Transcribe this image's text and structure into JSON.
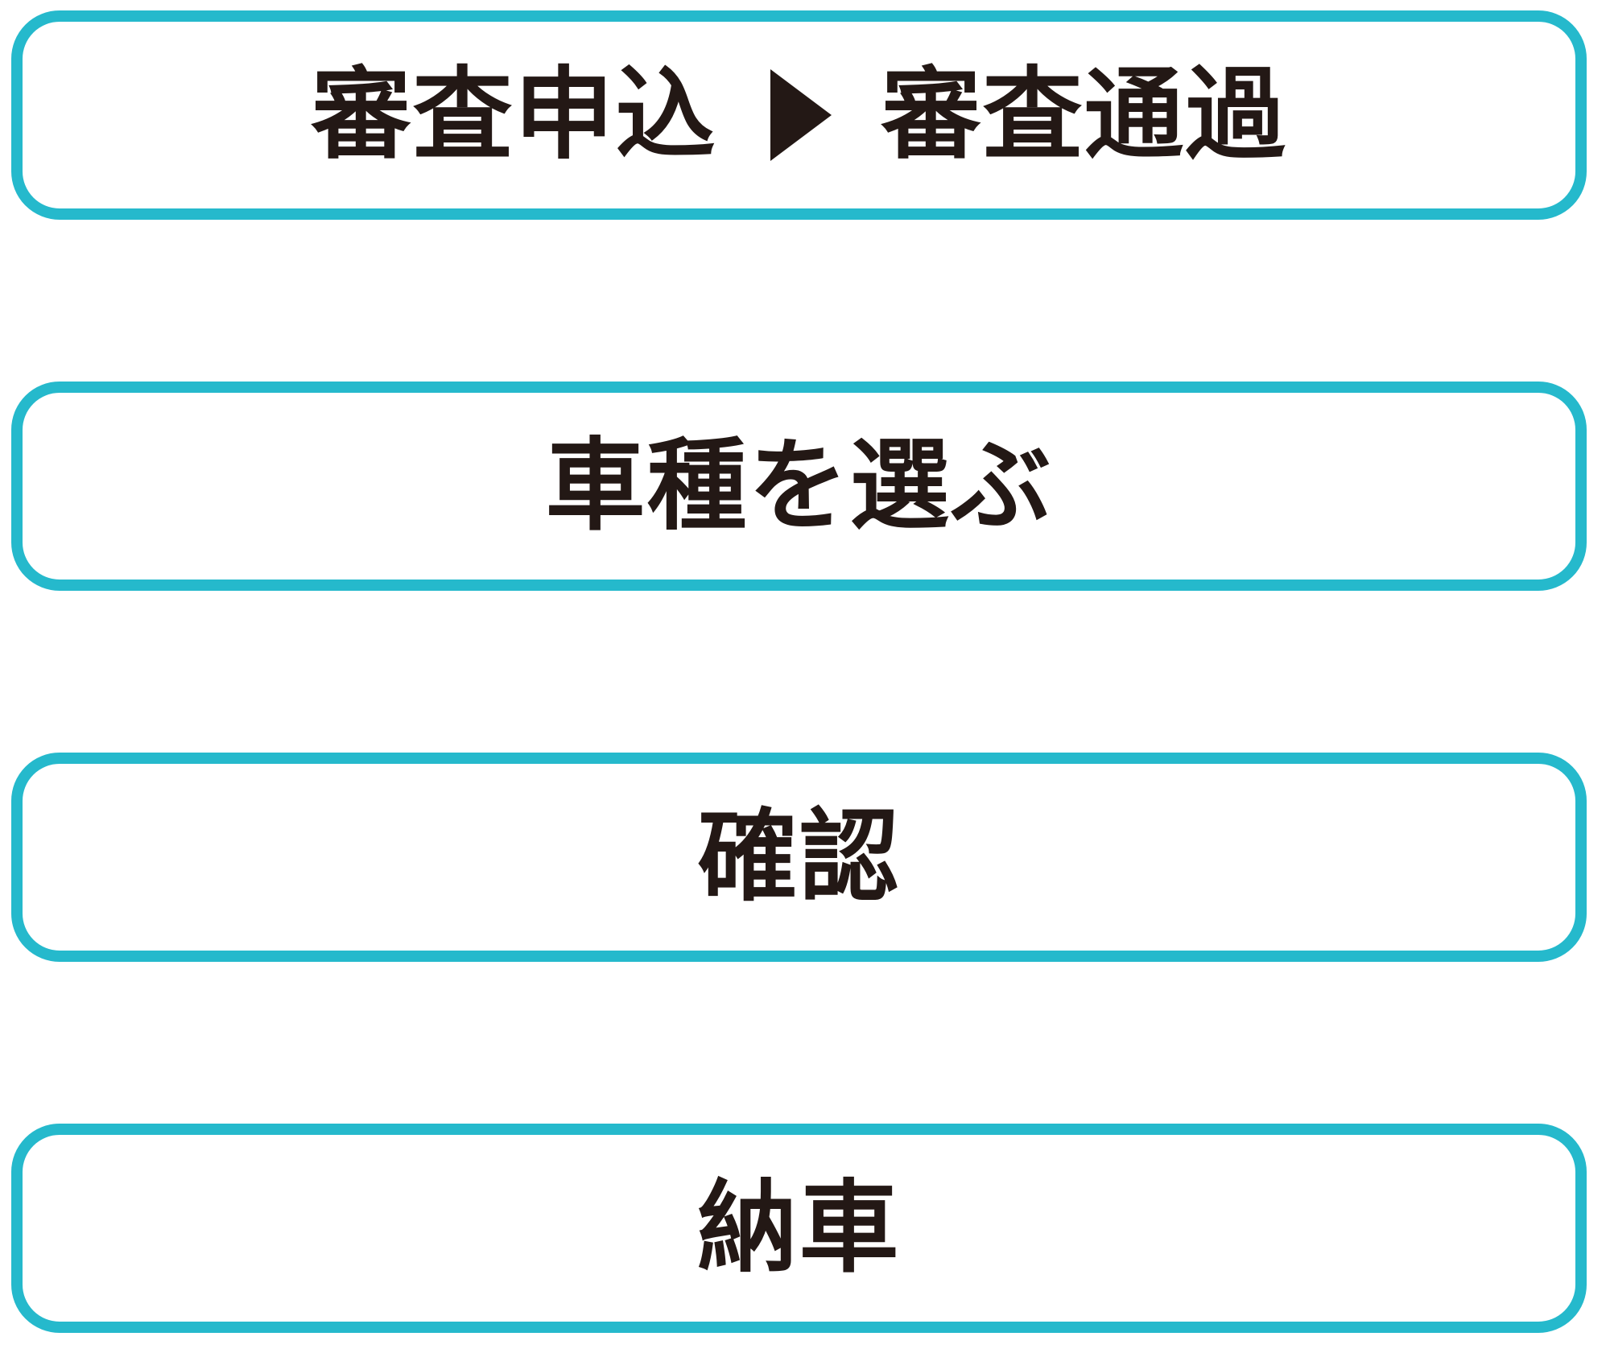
{
  "steps": [
    {
      "label_from": "審査申込",
      "label_to": "審査通過"
    },
    {
      "label": "車種を選ぶ"
    },
    {
      "label": "確認"
    },
    {
      "label": "納車"
    }
  ],
  "icons": {
    "arrow": "play-triangle-right-icon"
  },
  "colors": {
    "border": "#25b9cc",
    "text": "#231815",
    "background": "#ffffff"
  }
}
